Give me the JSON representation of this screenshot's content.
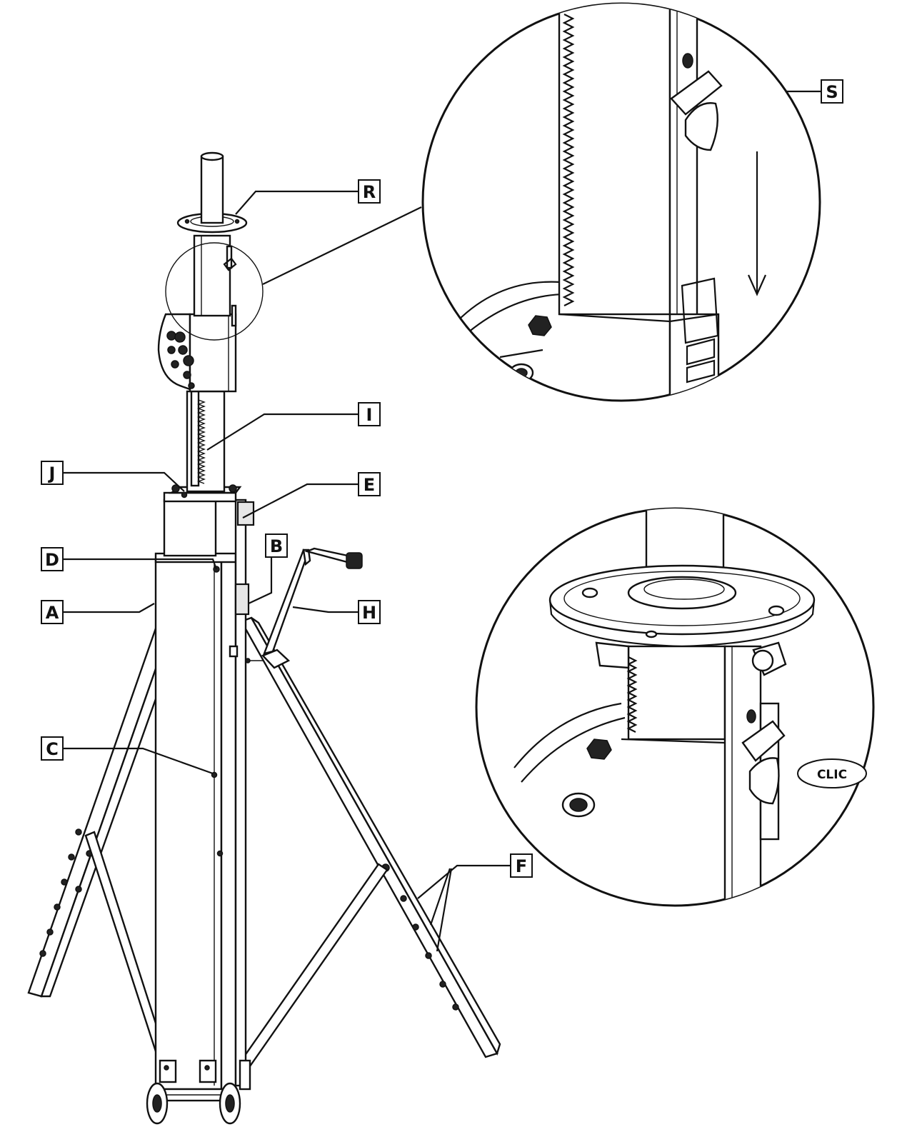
{
  "labels": {
    "R": "R",
    "I": "I",
    "J": "J",
    "E": "E",
    "B": "B",
    "D": "D",
    "A": "A",
    "H": "H",
    "C": "C",
    "F": "F",
    "S": "S"
  },
  "detail_bottom": {
    "clic_text": "CLIC"
  },
  "colors": {
    "line": "#111111",
    "background": "#ffffff"
  }
}
